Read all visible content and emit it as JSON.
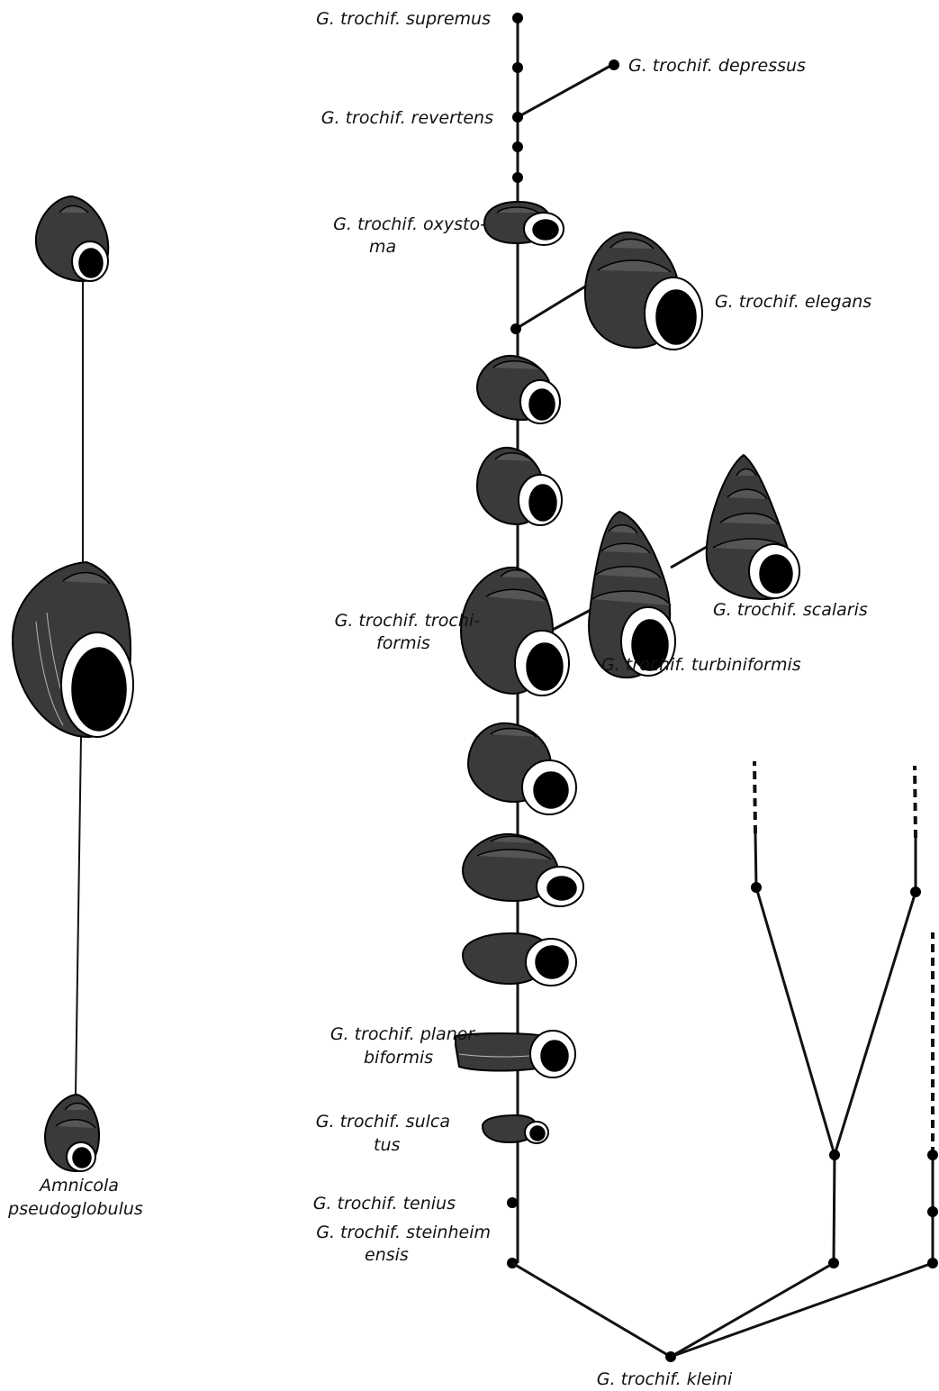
{
  "labels": {
    "supremus": "G. trochif. supremus",
    "depressus": "G. trochif. depressus",
    "revertens": "G. trochif. revertens",
    "oxystoma_1": "G. trochif. oxysto-",
    "oxystoma_2": "ma",
    "elegans": "G. trochif. elegans",
    "trochiformis_1": "G. trochif. trochi-",
    "trochiformis_2": "formis",
    "turbiniformis": "G. trochif. turbiniformis",
    "scalaris": "G. trochif. scalaris",
    "planorbiformis_1": "G. trochif. planor-",
    "planorbiformis_2": "biformis",
    "sulcatus_1": "G. trochif. sulca",
    "sulcatus_2": "tus",
    "tenius": "G. trochif. tenius",
    "steinheimensis_1": "G. trochif. steinheim",
    "steinheimensis_2": "ensis",
    "kleini": "G. trochif. kleini",
    "amnicola_1": "Amnicola",
    "amnicola_2": "pseudoglobulus"
  }
}
